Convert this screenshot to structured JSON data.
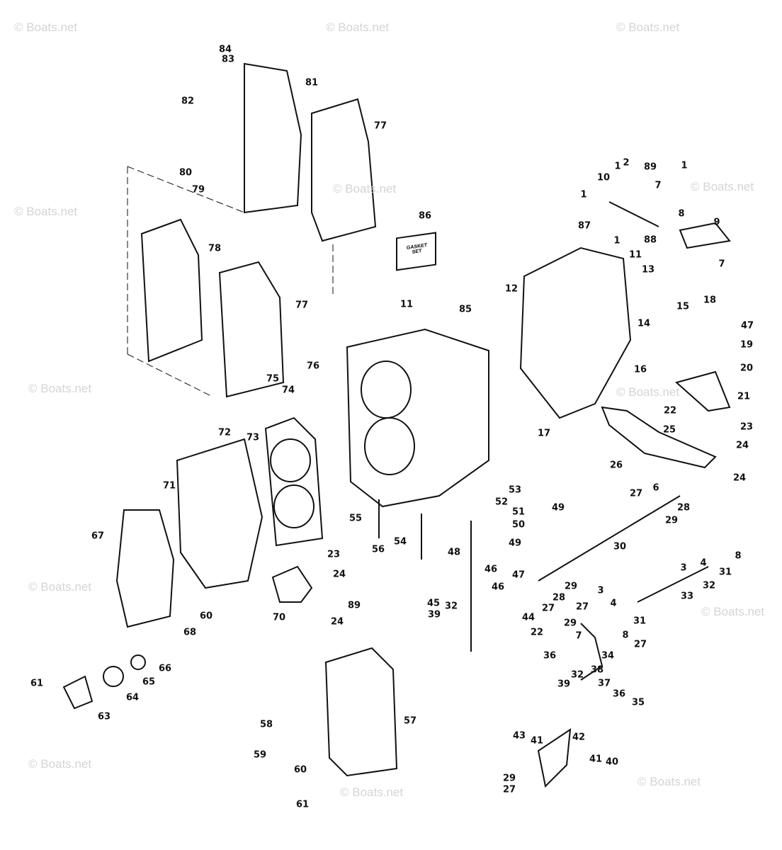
{
  "watermark": "© Boats.net",
  "colors": {
    "ink": "#111111",
    "watermark": "#d4d4d4",
    "background": "#ffffff"
  },
  "part_tag_86": {
    "line1": "GASKET",
    "line2": "SET"
  },
  "labels": [
    "84",
    "83",
    "81",
    "82",
    "77",
    "80",
    "79",
    "86",
    "78",
    "77",
    "11",
    "85",
    "10",
    "1",
    "2",
    "89",
    "1",
    "7",
    "1",
    "8",
    "87",
    "1",
    "88",
    "9",
    "7",
    "11",
    "13",
    "12",
    "18",
    "47",
    "15",
    "14",
    "19",
    "20",
    "16",
    "21",
    "22",
    "17",
    "23",
    "25",
    "24",
    "26",
    "24",
    "76",
    "75",
    "74",
    "72",
    "73",
    "71",
    "53",
    "52",
    "49",
    "51",
    "50",
    "27",
    "6",
    "28",
    "29",
    "55",
    "67",
    "49",
    "48",
    "54",
    "23",
    "30",
    "24",
    "56",
    "47",
    "46",
    "3",
    "4",
    "8",
    "31",
    "32",
    "45",
    "46",
    "29",
    "28",
    "27",
    "33",
    "32",
    "39",
    "89",
    "70",
    "68",
    "60",
    "24",
    "3",
    "4",
    "27",
    "29",
    "7",
    "31",
    "44",
    "22",
    "8",
    "27",
    "34",
    "36",
    "38",
    "66",
    "65",
    "61",
    "64",
    "63",
    "32",
    "39",
    "37",
    "36",
    "35",
    "57",
    "58",
    "43",
    "42",
    "41",
    "41",
    "40",
    "59",
    "60",
    "29",
    "27",
    "61"
  ]
}
